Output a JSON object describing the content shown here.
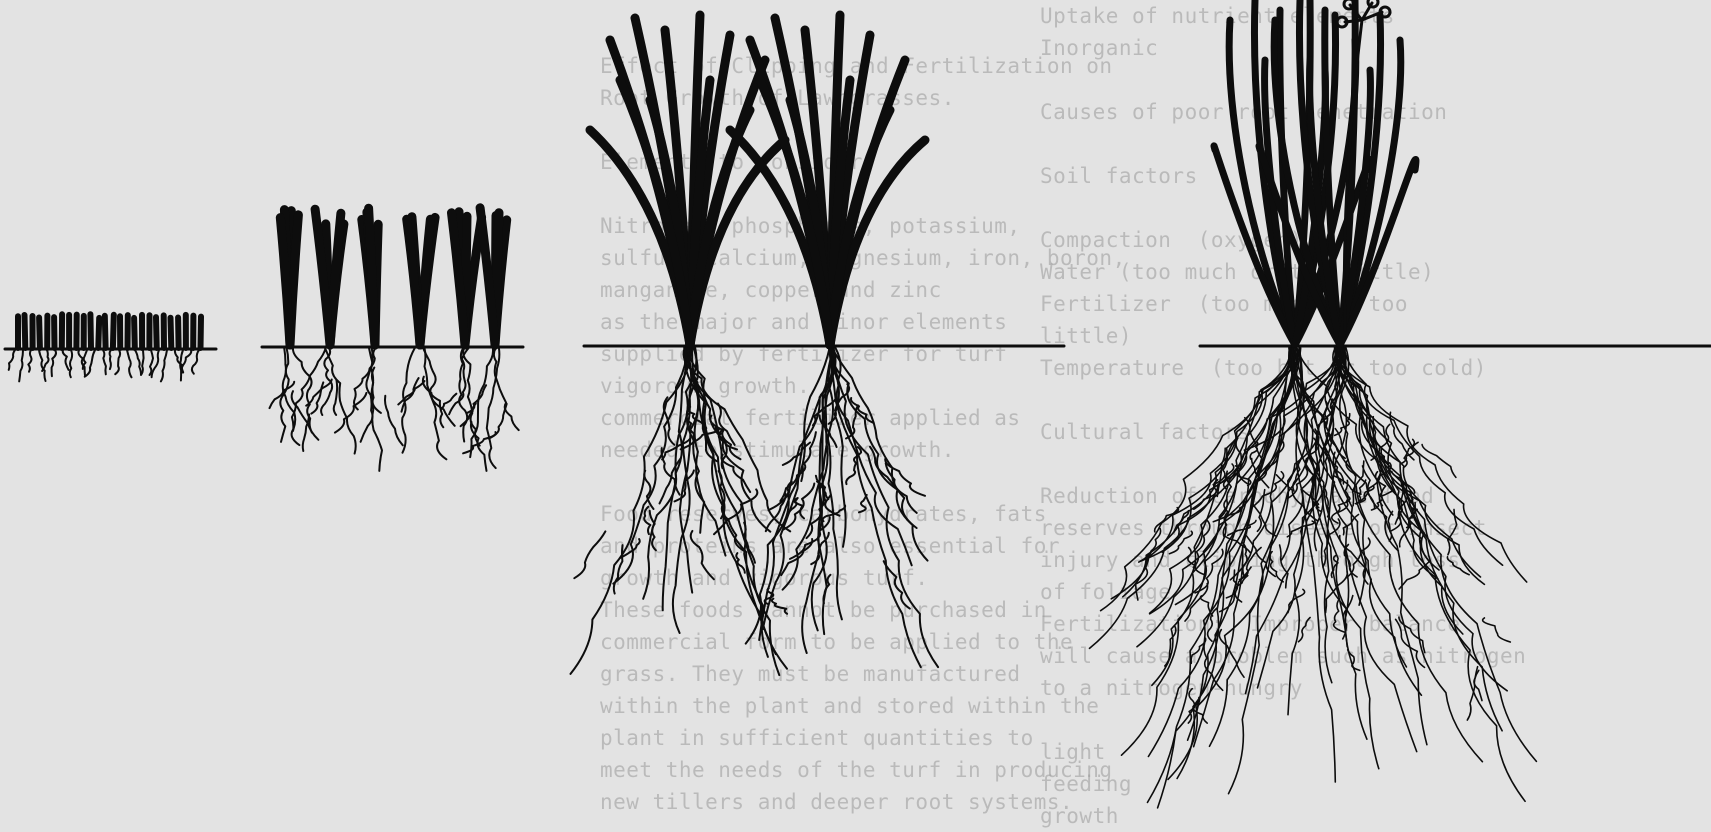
{
  "bleed_text": {
    "middle": [
      "Effect of Clipping and Fertilization on",
      "Root Growth of Lawngrasses.",
      "",
      "Elements to consider:",
      "",
      "Nitrogen, phosphorus, potassium,",
      "sulfur, calcium, magnesium, iron, boron,",
      "manganese, copper and zinc",
      "as the major and minor elements",
      "supplied by fertilizer for turf",
      "vigorous growth.",
      "commercial fertilizer applied as",
      "needed to stimulate growth.",
      "",
      "Food reserves, carbohydrates, fats",
      "and proteins are also essential for",
      "growth and vigorous turf.",
      "These foods cannot be purchased in",
      "commercial form to be applied to the",
      "grass. They must be manufactured",
      "within the plant and stored within the",
      "plant in sufficient quantities to",
      "meet the needs of the turf in producing",
      "new tillers and deeper root systems."
    ],
    "right": [
      "Uptake of nutrient elements",
      "Inorganic",
      "",
      "Causes of poor root penetration",
      "",
      "Soil factors",
      "",
      "Compaction  (oxygen)",
      "Water (too much or too little)",
      "Fertilizer  (too much or too",
      "little)",
      "Temperature  (too hot or too cold)",
      "",
      "Cultural factors",
      "",
      "Reduction of carbohydrate food",
      "reserves through disease or insect",
      "injury and clipping through loss",
      "of foliage",
      "Fertilization:  Improper balance",
      "will cause a problem such as nitrogen",
      "to a nitrogen-hungry",
      "",
      "light",
      "feeding",
      "growth"
    ]
  },
  "diagram": {
    "panels": [
      {
        "id": "short-clipped-grass"
      },
      {
        "id": "medium-clipped-grass"
      },
      {
        "id": "tall-unclipped-grass"
      },
      {
        "id": "tall-grass-with-flower"
      }
    ]
  }
}
